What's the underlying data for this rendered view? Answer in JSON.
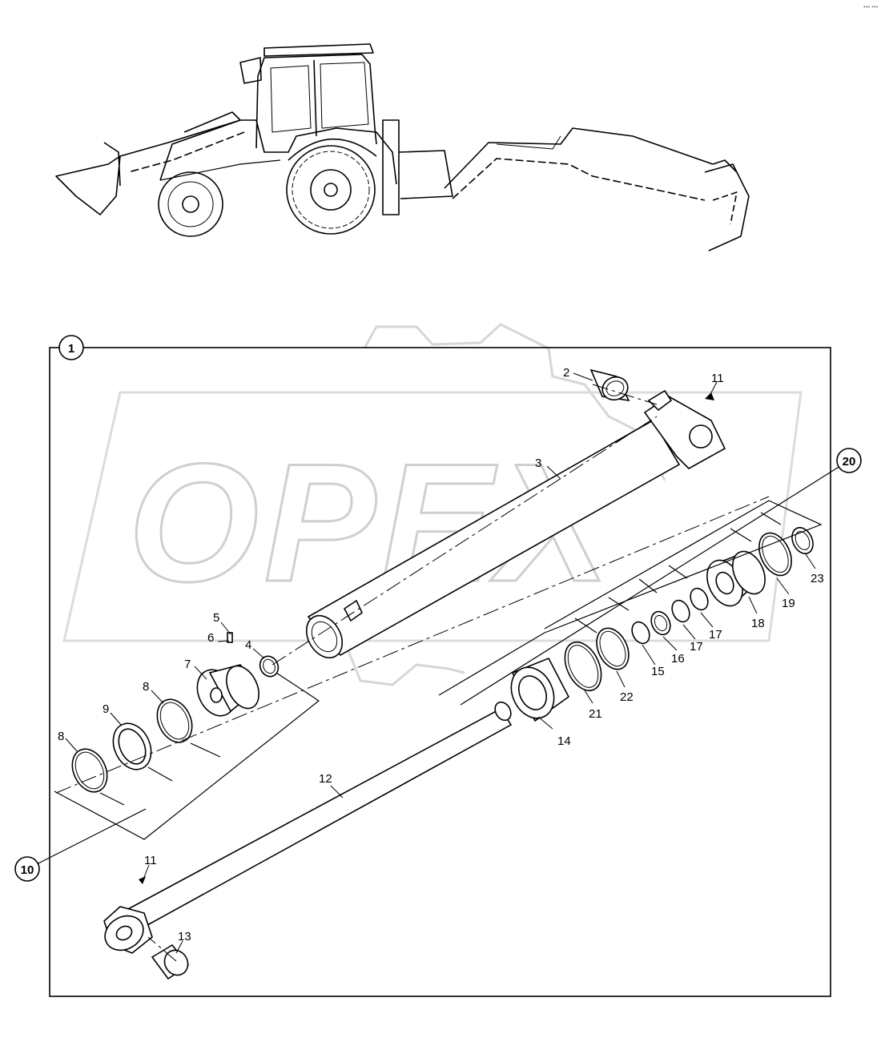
{
  "diagram": {
    "corner_code": "*** ***",
    "watermark": "OPEX",
    "frame_callout": "1",
    "circled_callouts": [
      "20",
      "10"
    ],
    "part_labels": {
      "p2": "2",
      "p3": "3",
      "p4": "4",
      "p5": "5",
      "p6": "6",
      "p7": "7",
      "p8a": "8",
      "p8b": "8",
      "p9": "9",
      "p11a": "11",
      "p11b": "11",
      "p12": "12",
      "p13": "13",
      "p14": "14",
      "p15": "15",
      "p16": "16",
      "p17a": "17",
      "p17b": "17",
      "p18": "18",
      "p19": "19",
      "p21": "21",
      "p22": "22",
      "p23": "23"
    }
  }
}
